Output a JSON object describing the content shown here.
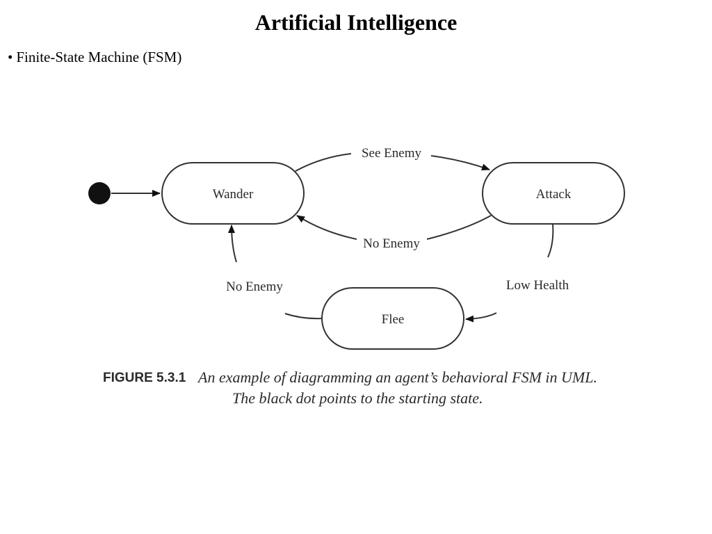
{
  "slide": {
    "title": "Artificial Intelligence",
    "bullet_marker": "•",
    "bullet_text": "Finite-State Machine (FSM)"
  },
  "diagram": {
    "states": {
      "wander": "Wander",
      "attack": "Attack",
      "flee": "Flee"
    },
    "transitions": {
      "wander_to_attack": "See Enemy",
      "attack_to_wander": "No Enemy",
      "attack_to_flee": "Low Health",
      "flee_to_wander": "No Enemy"
    },
    "initial_marker": "start-dot"
  },
  "caption": {
    "label": "FIGURE 5.3.1",
    "line1": "An example of diagramming an agent’s behavioral FSM in UML.",
    "line2": "The black dot points to the starting state."
  }
}
